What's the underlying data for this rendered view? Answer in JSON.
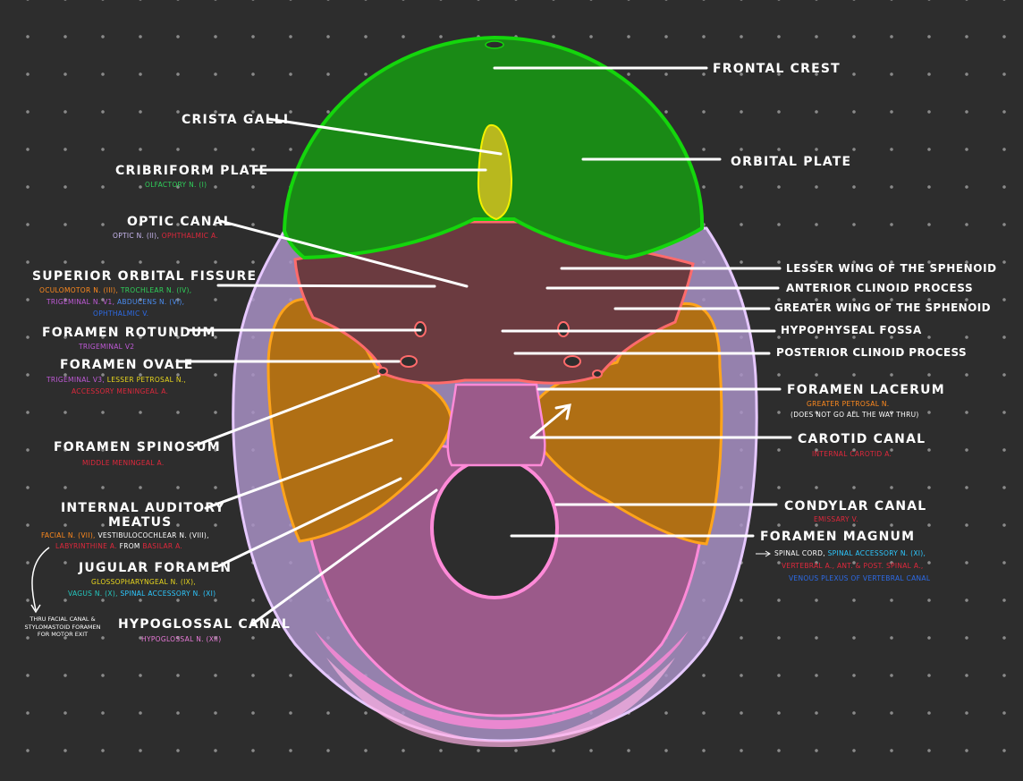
{
  "colors": {
    "frontal": "#1a8a16",
    "frontal_edge": "#14d60c",
    "sphenoid": "#6b3b40",
    "sphenoid_edge": "#ff6b6b",
    "temporal": "#b06f14",
    "temporal_edge": "#ffa41b",
    "occipital": "#9b5a8a",
    "occipital_edge": "#ff8ad8",
    "parietal": "#a891c4",
    "parietal_edge": "#e6c8ff",
    "ethmoid": "#b8b81e",
    "ethmoid_edge": "#f2f200",
    "nerve_orange": "#ff8a1e",
    "nerve_green": "#2fd05a",
    "nerve_purple": "#c05ad8",
    "nerve_red": "#e0283c",
    "nerve_blue": "#2d6be8",
    "nerve_yellow": "#e8d61e",
    "nerve_teal": "#24c8c0",
    "nerve_pink": "#e87ad8",
    "nerve_cyan": "#2dc8ff"
  },
  "labels": {
    "frontal_crest": "Frontal crest",
    "crista_galli": "Crista galli",
    "cribriform": "Cribriform plate",
    "cribriform_sub": "Olfactory n. (I)",
    "orbital_plate": "Orbital plate",
    "optic_canal": "Optic canal",
    "optic_sub_a": "Optic n. (II),",
    "optic_sub_b": "ophthalmic a.",
    "sof": "Superior orbital fissure",
    "sof_oculomotor": "Oculomotor n. (III),",
    "sof_trochlear": "Trochlear n. (IV),",
    "sof_trigeminal": "Trigeminal n. V1,",
    "sof_abducens": "Abducens n. (VI),",
    "sof_ophthalmic": "Ophthalmic v.",
    "rotundum": "Foramen rotundum",
    "rotundum_sub": "Trigeminal V2",
    "ovale": "Foramen ovale",
    "ovale_trig": "Trigeminal V3,",
    "ovale_petrosal": "Lesser petrosal n.,",
    "ovale_accessory": "Accessory meningeal a.",
    "spinosum": "Foramen spinosum",
    "spinosum_sub": "Middle meningeal a.",
    "iam_1": "Internal auditory",
    "iam_2": "meatus",
    "iam_facial": "Facial n. (VII),",
    "iam_vestib": "Vestibulocochlear n. (VIII),",
    "iam_labyr": "Labyrinthine a.",
    "iam_from": "from",
    "iam_basilar": "basilar a.",
    "note": "thru facial canal & stylomastoid foramen for motor exit",
    "jugular": "Jugular foramen",
    "jugular_glosso": "Glossopharyngeal n. (IX),",
    "jugular_vagus": "Vagus n. (X),",
    "jugular_spinal": "Spinal accessory n. (XI)",
    "hypoglossal": "Hypoglossal canal",
    "hypoglossal_sub": "Hypoglossal n. (XII)",
    "lesser_wing": "Lesser wing of the sphenoid",
    "anterior_clinoid": "Anterior clinoid process",
    "greater_wing": "Greater wing of the sphenoid",
    "hypophyseal": "Hypophyseal fossa",
    "posterior_clinoid": "Posterior clinoid process",
    "lacerum": "Foramen lacerum",
    "lacerum_sub": "Greater petrosal n.",
    "lacerum_note": "(does not go all the way thru)",
    "carotid": "Carotid canal",
    "carotid_sub": "Internal carotid a.",
    "condylar": "Condylar canal",
    "condylar_sub": "Emissary v.",
    "magnum": "Foramen magnum",
    "magnum_spinal": "Spinal cord,",
    "magnum_accessory": "Spinal accessory n. (XI),",
    "magnum_vertebral": "Vertebral a.,",
    "magnum_spinal_arteries": "ant. & post. spinal a.,",
    "magnum_venous": "venous plexus of vertebral canal"
  }
}
